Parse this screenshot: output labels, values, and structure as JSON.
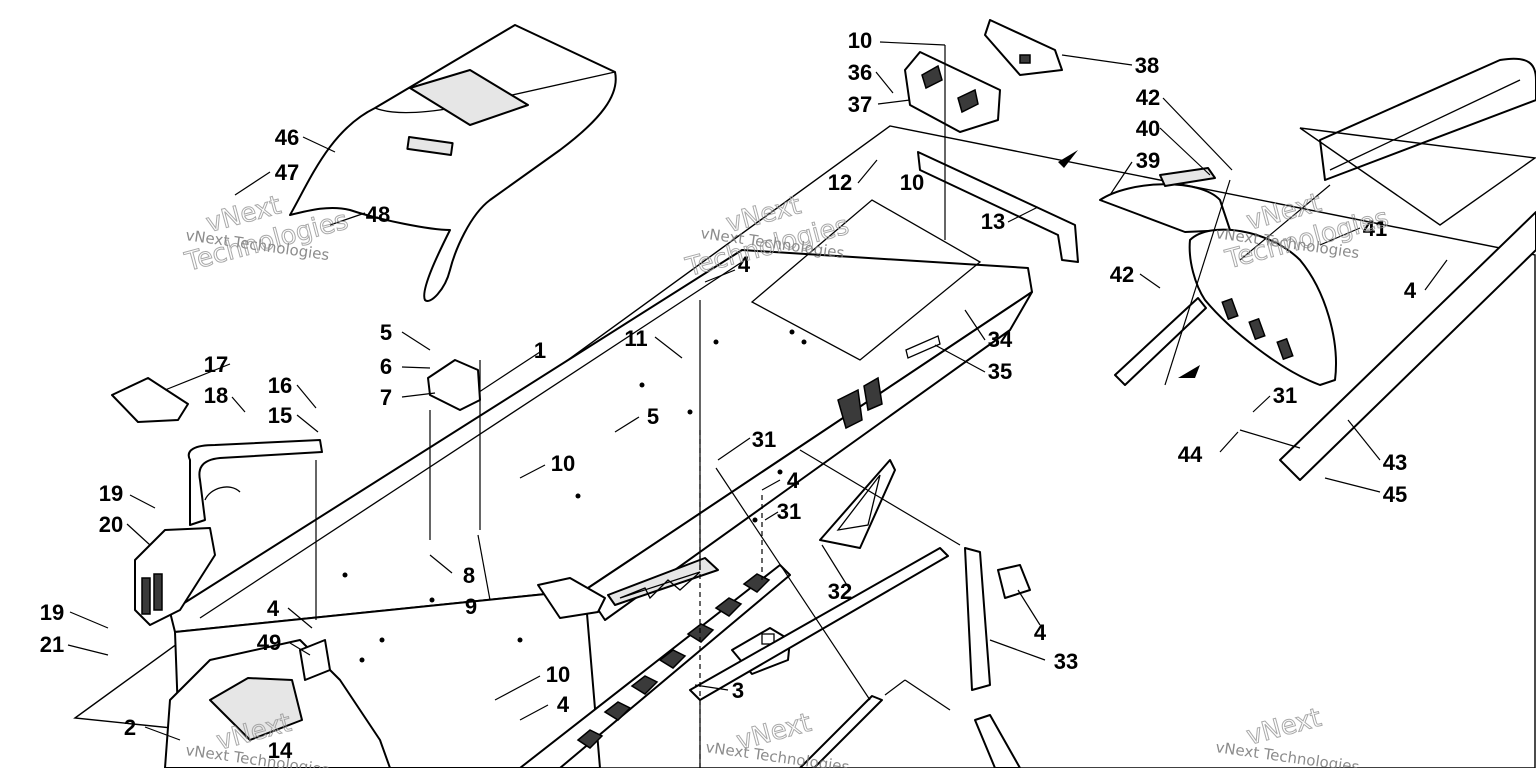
{
  "watermark": {
    "company": "vNext Technologies",
    "outline_top": "vNext",
    "outline_bottom": "Technologies",
    "color": "#777777"
  },
  "callouts": [
    {
      "id": "c1",
      "label": "1"
    },
    {
      "id": "c2",
      "label": "2"
    },
    {
      "id": "c3",
      "label": "3"
    },
    {
      "id": "c4a",
      "label": "4"
    },
    {
      "id": "c4b",
      "label": "4"
    },
    {
      "id": "c4c",
      "label": "4"
    },
    {
      "id": "c4d",
      "label": "4"
    },
    {
      "id": "c4e",
      "label": "4"
    },
    {
      "id": "c4f",
      "label": "4"
    },
    {
      "id": "c5a",
      "label": "5"
    },
    {
      "id": "c5b",
      "label": "5"
    },
    {
      "id": "c6",
      "label": "6"
    },
    {
      "id": "c7",
      "label": "7"
    },
    {
      "id": "c8",
      "label": "8"
    },
    {
      "id": "c9",
      "label": "9"
    },
    {
      "id": "c10a",
      "label": "10"
    },
    {
      "id": "c10b",
      "label": "10"
    },
    {
      "id": "c10c",
      "label": "10"
    },
    {
      "id": "c10d",
      "label": "10"
    },
    {
      "id": "c11",
      "label": "11"
    },
    {
      "id": "c12",
      "label": "12"
    },
    {
      "id": "c13",
      "label": "13"
    },
    {
      "id": "c14",
      "label": "14"
    },
    {
      "id": "c15",
      "label": "15"
    },
    {
      "id": "c16",
      "label": "16"
    },
    {
      "id": "c17",
      "label": "17"
    },
    {
      "id": "c18",
      "label": "18"
    },
    {
      "id": "c19a",
      "label": "19"
    },
    {
      "id": "c19b",
      "label": "19"
    },
    {
      "id": "c20",
      "label": "20"
    },
    {
      "id": "c21",
      "label": "21"
    },
    {
      "id": "c31a",
      "label": "31"
    },
    {
      "id": "c31b",
      "label": "31"
    },
    {
      "id": "c31c",
      "label": "31"
    },
    {
      "id": "c32",
      "label": "32"
    },
    {
      "id": "c33",
      "label": "33"
    },
    {
      "id": "c34",
      "label": "34"
    },
    {
      "id": "c35",
      "label": "35"
    },
    {
      "id": "c36",
      "label": "36"
    },
    {
      "id": "c37",
      "label": "37"
    },
    {
      "id": "c38",
      "label": "38"
    },
    {
      "id": "c39",
      "label": "39"
    },
    {
      "id": "c40",
      "label": "40"
    },
    {
      "id": "c41",
      "label": "41"
    },
    {
      "id": "c42a",
      "label": "42"
    },
    {
      "id": "c42b",
      "label": "42"
    },
    {
      "id": "c43",
      "label": "43"
    },
    {
      "id": "c44",
      "label": "44"
    },
    {
      "id": "c45",
      "label": "45"
    },
    {
      "id": "c46",
      "label": "46"
    },
    {
      "id": "c47",
      "label": "47"
    },
    {
      "id": "c48",
      "label": "48"
    },
    {
      "id": "c49",
      "label": "49"
    }
  ]
}
